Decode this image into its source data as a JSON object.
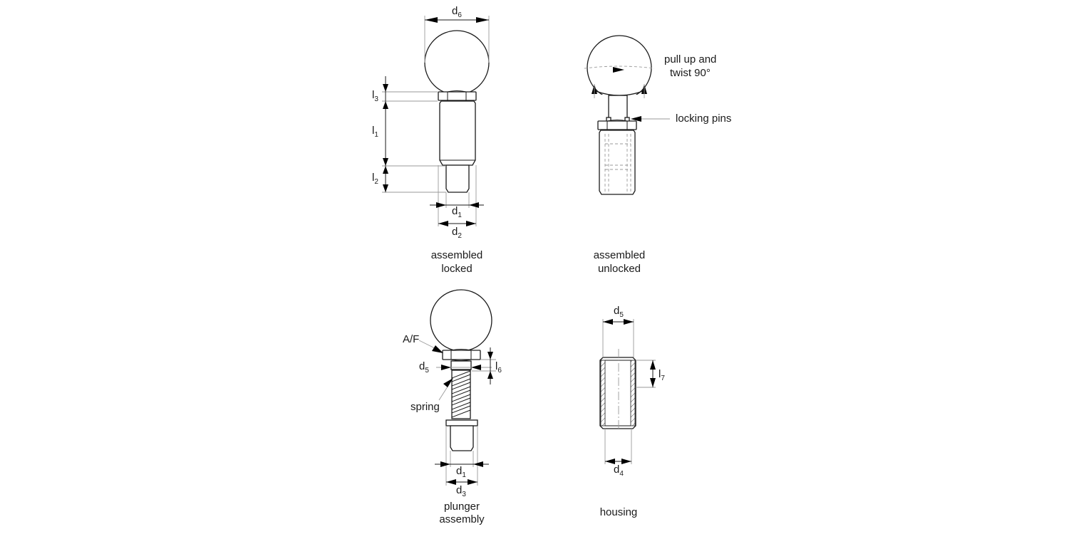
{
  "drawing": {
    "views": [
      {
        "id": "assembled-locked",
        "caption_line1": "assembled",
        "caption_line2": "locked"
      },
      {
        "id": "assembled-unlocked",
        "caption_line1": "assembled",
        "caption_line2": "unlocked"
      },
      {
        "id": "plunger-assembly",
        "caption_line1": "plunger",
        "caption_line2": "assembly"
      },
      {
        "id": "housing",
        "caption_line1": "housing"
      }
    ],
    "dimensions": {
      "locked": {
        "d6": {
          "base": "d",
          "sub": "6"
        },
        "l3": {
          "base": "l",
          "sub": "3"
        },
        "l1": {
          "base": "l",
          "sub": "1"
        },
        "l2": {
          "base": "l",
          "sub": "2"
        },
        "d1": {
          "base": "d",
          "sub": "1"
        },
        "d2": {
          "base": "d",
          "sub": "2"
        }
      },
      "plunger": {
        "af": "A/F",
        "d5": {
          "base": "d",
          "sub": "5"
        },
        "l6": {
          "base": "l",
          "sub": "6"
        },
        "spring": "spring",
        "d1": {
          "base": "d",
          "sub": "1"
        },
        "d3": {
          "base": "d",
          "sub": "3"
        }
      },
      "housing": {
        "d5": {
          "base": "d",
          "sub": "5"
        },
        "l7": {
          "base": "l",
          "sub": "7"
        },
        "d4": {
          "base": "d",
          "sub": "4"
        }
      }
    },
    "annotations": {
      "pull_line1": "pull up and",
      "pull_line2": "twist 90°",
      "locking_pins": "locking pins"
    }
  }
}
